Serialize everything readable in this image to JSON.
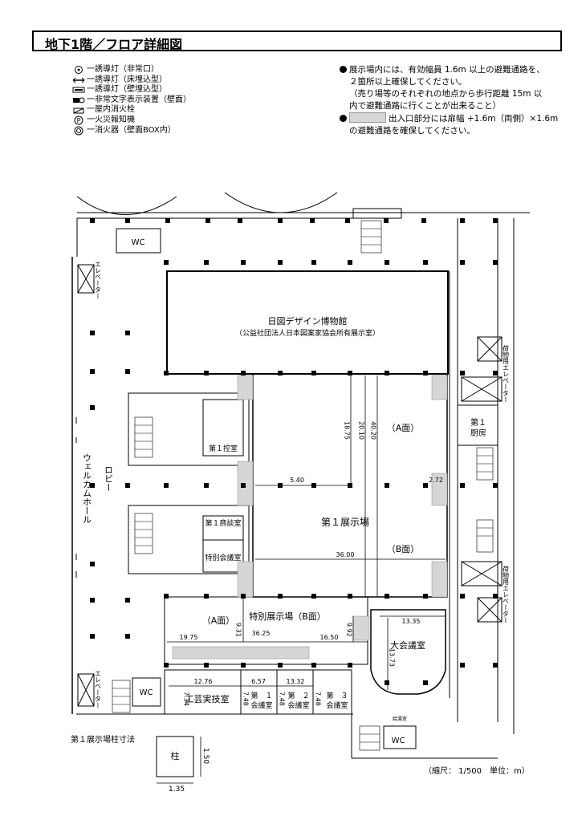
{
  "title": "地下1階／フロア詳細図",
  "legend": [
    {
      "icon": "exit-light-icon",
      "label": "一誘導灯（非常口）"
    },
    {
      "icon": "floor-light-icon",
      "label": "一誘導灯（床埋込型）"
    },
    {
      "icon": "wall-light-icon",
      "label": "一誘導灯（壁埋込型）"
    },
    {
      "icon": "emergency-sign-icon",
      "label": "一非常文字表示装置（壁面）"
    },
    {
      "icon": "hydrant-icon",
      "label": "一屋内消火栓"
    },
    {
      "icon": "fire-alarm-icon",
      "label": "一火災報知機"
    },
    {
      "icon": "extinguisher-icon",
      "label": "一消火器（壁面BOX内）"
    }
  ],
  "notes": {
    "line1": "展示場内には、有効幅員 1.6m 以上の避難通路を、",
    "line2": "２箇所以上確保してください。",
    "line3": "（売り場等のそれぞれの地点から歩行距離 15m 以",
    "line4": "内で避難通路に行くことが出来ること）",
    "line5": "出入口部分には扉幅 +1.6m（両側）×1.6m",
    "line6": "の避難通路を確保してください。"
  },
  "rooms": {
    "museum_title": "日図デザイン博物館",
    "museum_sub": "（公益社団法人日本図案家協会所有展示室）",
    "hall1": "第１展示場",
    "face_a": "（A面）",
    "face_b": "（B面）",
    "special_hall": "特別展示場（B面）",
    "special_face_a": "（A面）",
    "big_conf": "大会議室",
    "craft": "工芸実技室",
    "conf1a": "第　１",
    "conf1b": "会議室",
    "conf2a": "第　２",
    "conf2b": "会議室",
    "conf3a": "第　３",
    "conf3b": "会議室",
    "control": "第１控室",
    "business": "第１商談室",
    "special_conf": "特別会議室",
    "kitchen_a": "第１",
    "kitchen_b": "厨房",
    "wc": "WC",
    "lobby": "ロビー",
    "welcome": "ウェルカムホール",
    "elevator": "エレベーター",
    "freight_elevator": "荷物用エレベーター",
    "kyuto": "給湯室"
  },
  "dimensions": {
    "d1875": "18.75",
    "d2010": "20.10",
    "d4020": "40.20",
    "d540": "5.40",
    "d272": "2.72",
    "d3600": "36.00",
    "d1975": "19.75",
    "d3625": "36.25",
    "d1650": "16.50",
    "d931": "9.31",
    "d992": "9.92",
    "d1335": "13.35",
    "d1373": "13.73",
    "d1276": "12.76",
    "d657": "6.57",
    "d1332": "13.32",
    "d734": "7.34",
    "d748a": "7.48",
    "d748b": "7.48",
    "d748c": "7.48"
  },
  "pillar": {
    "caption": "第１展示場柱寸法",
    "label": "柱",
    "w": "1.35",
    "h": "1.50"
  },
  "scale_text": "（縮尺： 1/500　単位：m）",
  "colors": {
    "exit_zone": "#d6d6d6",
    "line": "#000000"
  }
}
